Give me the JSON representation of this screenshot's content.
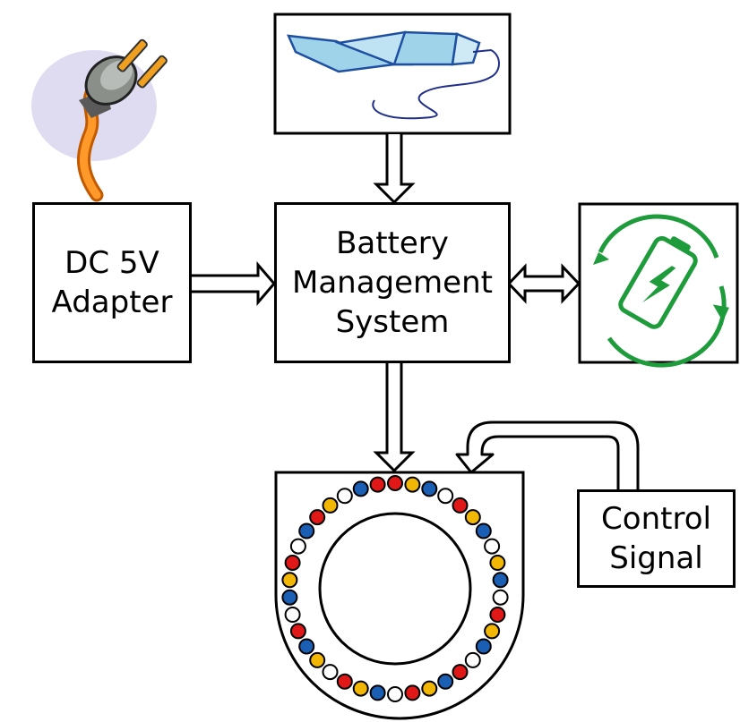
{
  "blocks": {
    "adapter": "DC 5V\nAdapter",
    "bms": "Battery\nManagement\nSystem",
    "control": "Control\nSignal"
  },
  "icons": {
    "plug": "power-plug-icon",
    "charger": "usb-charger-icon",
    "battery": "recharge-battery-icon",
    "led_ring": "led-ring-device"
  },
  "colors": {
    "recycle_green": "#1e9b3b",
    "led_red": "#e01818",
    "led_blue": "#1a5fb4",
    "led_yellow": "#f2b705",
    "cable_orange": "#ff8c1a",
    "charger_blue": "#9fd3ea"
  },
  "led_ring": {
    "count": 38,
    "pattern": [
      "red",
      "yellow",
      "blue",
      "white",
      "red",
      "yellow",
      "blue",
      "white",
      "yellow",
      "blue",
      "white",
      "red",
      "yellow",
      "blue",
      "white",
      "red",
      "blue",
      "yellow",
      "red",
      "white",
      "blue",
      "yellow",
      "red",
      "white",
      "yellow",
      "blue",
      "red",
      "white",
      "blue",
      "yellow",
      "red",
      "white",
      "blue",
      "red",
      "yellow",
      "white",
      "blue",
      "red"
    ]
  }
}
